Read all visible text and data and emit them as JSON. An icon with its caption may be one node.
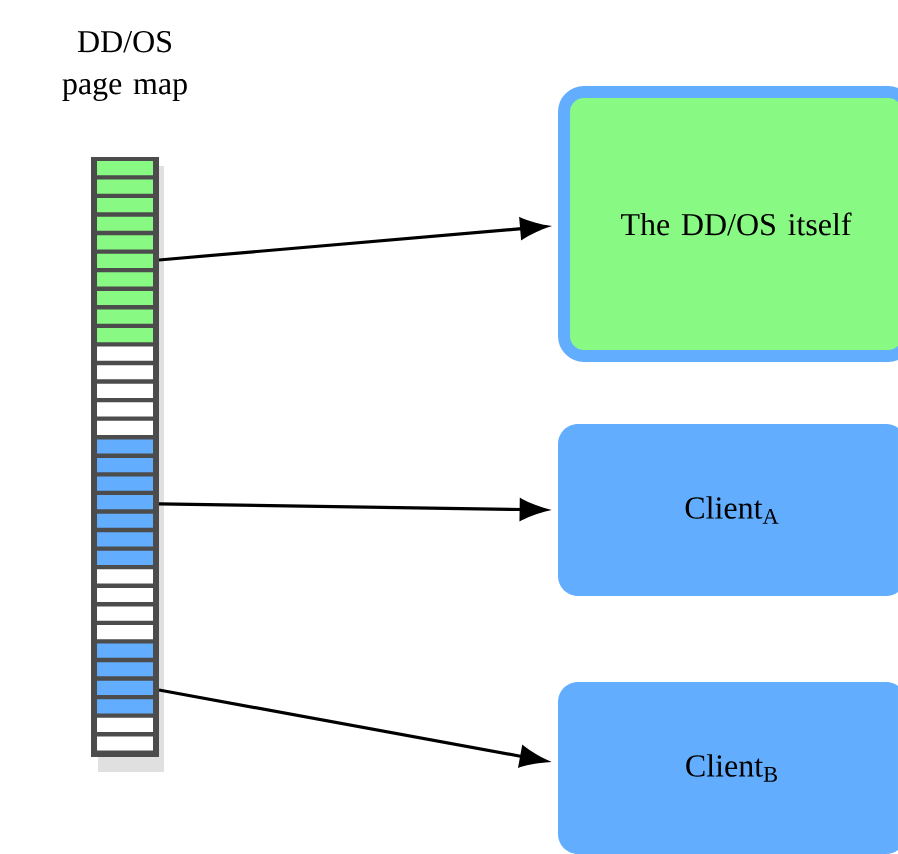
{
  "diagram": {
    "nodes": [
      {
        "text": [
          "DD/OS page map"
        ]
      },
      {
        "text": [
          "The DD/OS itself"
        ]
      },
      {
        "text": [
          "Client$_{A}$"
        ]
      },
      {
        "text": [
          "Client$_{B}$"
        ]
      }
    ],
    "edges": [
      {
        "from": 0,
        "to": 1,
        "arrow": "to"
      },
      {
        "from": 0,
        "to": 2,
        "arrow": "to"
      },
      {
        "from": 0,
        "to": 3,
        "arrow": "to"
      }
    ]
  }
}
